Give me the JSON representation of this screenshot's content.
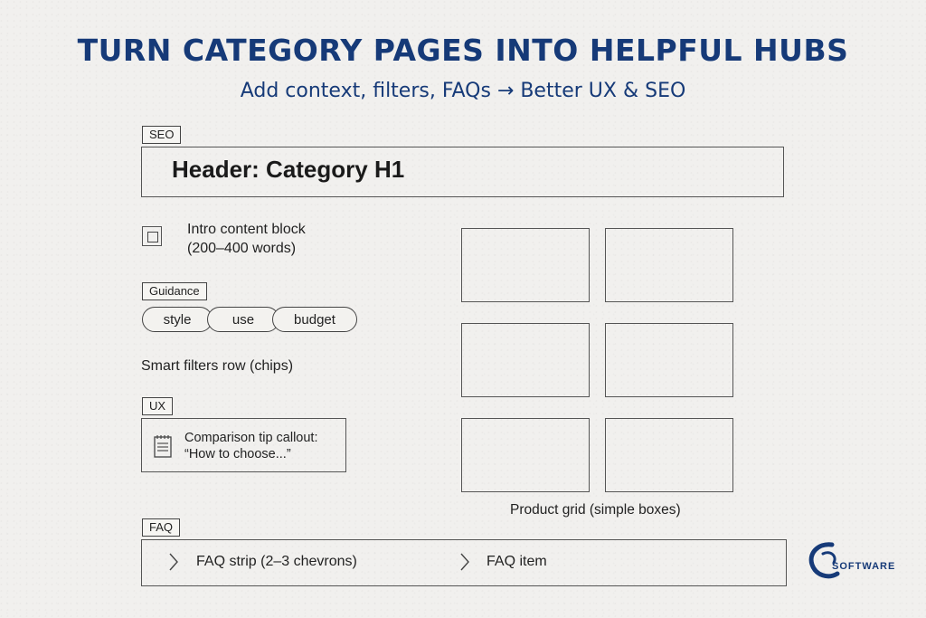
{
  "header": {
    "title": "TURN CATEGORY PAGES INTO HELPFUL HUBS",
    "subtitle": "Add context, filters, FAQs → Better UX & SEO"
  },
  "tags": {
    "seo": "SEO",
    "guidance": "Guidance",
    "ux": "UX",
    "faq": "FAQ"
  },
  "seo_block": {
    "h1": "Header: Category H1"
  },
  "intro": {
    "line1": "Intro content block",
    "line2": "(200–400 words)"
  },
  "guidance_chips": [
    "style",
    "use",
    "budget"
  ],
  "filters": {
    "label": "Smart filters row (chips)"
  },
  "callout": {
    "line1": "Comparison tip callout:",
    "line2": "“How to choose...”"
  },
  "product_grid": {
    "label": "Product grid (simple boxes)",
    "cells": 6
  },
  "faq": {
    "item1": "FAQ strip (2–3 chevrons)",
    "item2": "FAQ item"
  },
  "logo": {
    "text": "SOFTWARE"
  },
  "colors": {
    "brand": "#163a78",
    "background": "#f1f0ee",
    "line": "#444444"
  },
  "icons": {
    "intro": "square-icon",
    "callout": "notepad-icon",
    "faq": "chevron-right-icon",
    "logo": "swirl-logo-icon"
  }
}
